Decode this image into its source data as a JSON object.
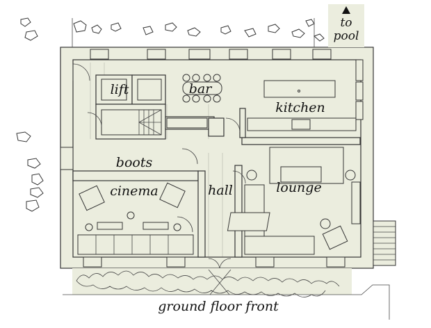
{
  "rooms": {
    "lift": "lift",
    "bar": "bar",
    "kitchen": "kitchen",
    "boots": "boots",
    "cinema": "cinema",
    "hall": "hall",
    "lounge": "lounge"
  },
  "pool_sign": {
    "line1": "to",
    "line2": "pool"
  },
  "caption": "ground floor front",
  "icons": {
    "pool_arrow": "up-triangle-icon"
  }
}
